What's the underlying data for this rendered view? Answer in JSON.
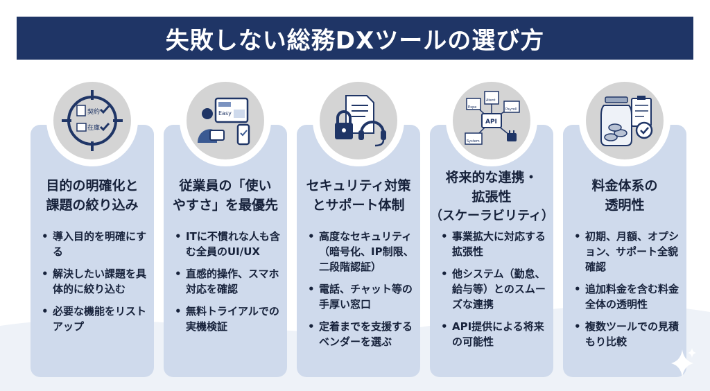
{
  "title": "失敗しない総務DXツールの選び方",
  "colors": {
    "title_bg": "#1f3566",
    "card_bg": "#cfdaec",
    "icon_bg": "#d4d4d4",
    "text": "#16213a"
  },
  "cards": [
    {
      "icon": "target-contract-inventory-icon",
      "icon_labels": [
        "契約",
        "在庫"
      ],
      "title_lines": [
        "目的の明確化と",
        "課題の絞り込み"
      ],
      "title_sub": "",
      "bullets": [
        "導入目的を明確にする",
        "解決したい課題を具体的に絞り込む",
        "必要な機能をリストアップ"
      ]
    },
    {
      "icon": "easy-ui-user-icon",
      "icon_labels": [
        "Easy"
      ],
      "title_lines": [
        "従業員の「使い",
        "やすさ」を最優先"
      ],
      "title_sub": "",
      "bullets": [
        "ITに不慣れな人も含む全員のUI/UX",
        "直感的操作、スマホ対応を確認",
        "無料トライアルでの実機検証"
      ]
    },
    {
      "icon": "security-support-icon",
      "icon_labels": [],
      "title_lines": [
        "セキュリティ対策",
        "とサポート体制"
      ],
      "title_sub": "",
      "bullets": [
        "高度なセキュリティ（暗号化、IP制限、二段階認証）",
        "電話、チャット等の手厚い窓口",
        "定着までを支援するベンダーを選ぶ"
      ]
    },
    {
      "icon": "api-integration-icon",
      "icon_labels": [
        "Expe",
        "Atent",
        "Payroll",
        "API",
        "System"
      ],
      "title_lines": [
        "将来的な連携・",
        "拡張性"
      ],
      "title_sub": "（スケーラビリティ）",
      "bullets": [
        "事業拡大に対応する拡張性",
        "他システム（勤怠、給与等）とのスムーズな連携",
        "API提供による将来の可能性"
      ]
    },
    {
      "icon": "pricing-transparency-icon",
      "icon_labels": [],
      "title_lines": [
        "料金体系の",
        "透明性"
      ],
      "title_sub": "",
      "bullets": [
        "初期、月額、オプション、サポート全貌確認",
        "追加料金を含む料金全体の透明性",
        "複数ツールでの見積もり比較"
      ]
    }
  ]
}
